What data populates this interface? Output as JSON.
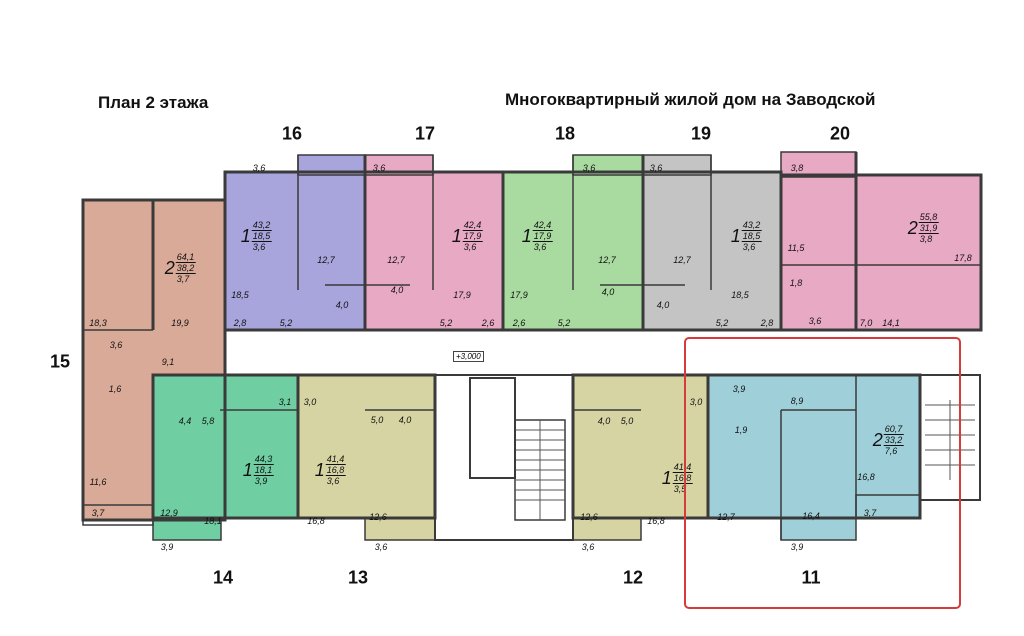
{
  "header": {
    "plan_title": "План 2 этажа",
    "building_title": "Многоквартирный жилой дом на Заводской"
  },
  "apartments": [
    {
      "id": "16",
      "rooms": "1",
      "total": "43,2",
      "living": "18,5",
      "balcony": "3,6",
      "color": "#a8a4dc"
    },
    {
      "id": "17",
      "rooms": "1",
      "total": "42,4",
      "living": "17,9",
      "balcony": "3,6",
      "color": "#e8a9c4"
    },
    {
      "id": "18",
      "rooms": "1",
      "total": "42,4",
      "living": "17,9",
      "balcony": "3,6",
      "color": "#a9dba1"
    },
    {
      "id": "19",
      "rooms": "1",
      "total": "43,2",
      "living": "18,5",
      "balcony": "3,6",
      "color": "#c4c4c4"
    },
    {
      "id": "20",
      "rooms": "2",
      "total": "55,8",
      "living": "31,9",
      "balcony": "3,8",
      "color": "#e8a9c4"
    },
    {
      "id": "15",
      "rooms": "2",
      "total": "64,1",
      "living": "38,2",
      "balcony": "3,7",
      "color": "#d9aa98"
    },
    {
      "id": "14",
      "rooms": "1",
      "total": "44,3",
      "living": "18,1",
      "balcony": "3,9",
      "color": "#6fcfa3"
    },
    {
      "id": "13",
      "rooms": "1",
      "total": "41,4",
      "living": "16,8",
      "balcony": "3,6",
      "color": "#d6d4a2"
    },
    {
      "id": "12",
      "rooms": "1",
      "total": "41,4",
      "living": "16,8",
      "balcony": "3,5",
      "color": "#d6d4a2"
    },
    {
      "id": "11",
      "rooms": "2",
      "total": "60,7",
      "living": "33,2",
      "balcony": "7,6",
      "color": "#9fd0da"
    }
  ],
  "room_areas": [
    "3,6",
    "3,6",
    "12,7",
    "12,7",
    "18,5",
    "2,8",
    "5,2",
    "4,0",
    "4,0",
    "17,9",
    "5,2",
    "2,6",
    "3,6",
    "3,6",
    "12,7",
    "12,7",
    "17,9",
    "2,6",
    "5,2",
    "4,0",
    "4,0",
    "18,5",
    "5,2",
    "2,8",
    "3,8",
    "11,5",
    "1,8",
    "3,6",
    "7,0",
    "14,1",
    "17,8",
    "18,3",
    "19,9",
    "3,6",
    "9,1",
    "1,6",
    "11,6",
    "3,7",
    "4,4",
    "5,8",
    "3,1",
    "12,9",
    "18,1",
    "3,9",
    "3,0",
    "5,0",
    "4,0",
    "16,8",
    "12,6",
    "3,6",
    "4,0",
    "5,0",
    "3,0",
    "12,6",
    "16,8",
    "3,6",
    "3,9",
    "8,9",
    "1,9",
    "16,8",
    "12,7",
    "16,4",
    "3,7",
    "3,9"
  ],
  "stair": {
    "elevation": "+3,000"
  },
  "colors": {
    "walls": "#3a3a3a",
    "highlight": "#d63a3a",
    "corridor": "#ffffff"
  }
}
